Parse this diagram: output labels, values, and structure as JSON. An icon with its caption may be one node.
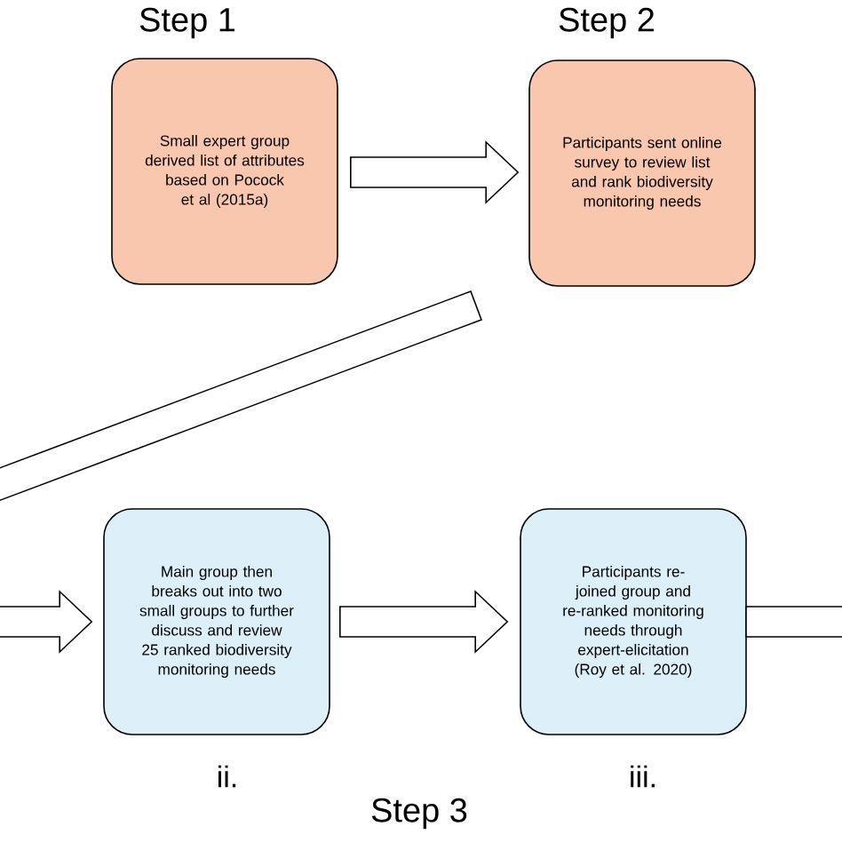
{
  "diagram": {
    "nodes": [
      {
        "text": [
          "Step 1",
          "Small expert group derived list of attributes based on Pocock et al (2015a)"
        ]
      },
      {
        "text": [
          "Step 2",
          "Participants sent online survey to review list and rank biodiversity monitoring needs"
        ]
      },
      {
        "text": [
          "Main group then breaks out into two small groups to further discuss and review 25 ranked biodiversity monitoring needs"
        ],
        "beside": [
          "ii."
        ]
      },
      {
        "text": [
          "Participants re-joined group and re-ranked monitoring needs through expert-elicitation (Roy et al. 2020)"
        ],
        "beside": [
          "iii."
        ]
      }
    ],
    "edges": [
      {
        "from": 0,
        "to": 1,
        "arrow": "to"
      },
      {
        "from": null,
        "to": 2,
        "arrow": "to"
      },
      {
        "from": 2,
        "to": 3,
        "arrow": "to"
      },
      {
        "from": 3,
        "to": null,
        "arrow": "none"
      }
    ],
    "labels": [
      "Step 3"
    ]
  }
}
